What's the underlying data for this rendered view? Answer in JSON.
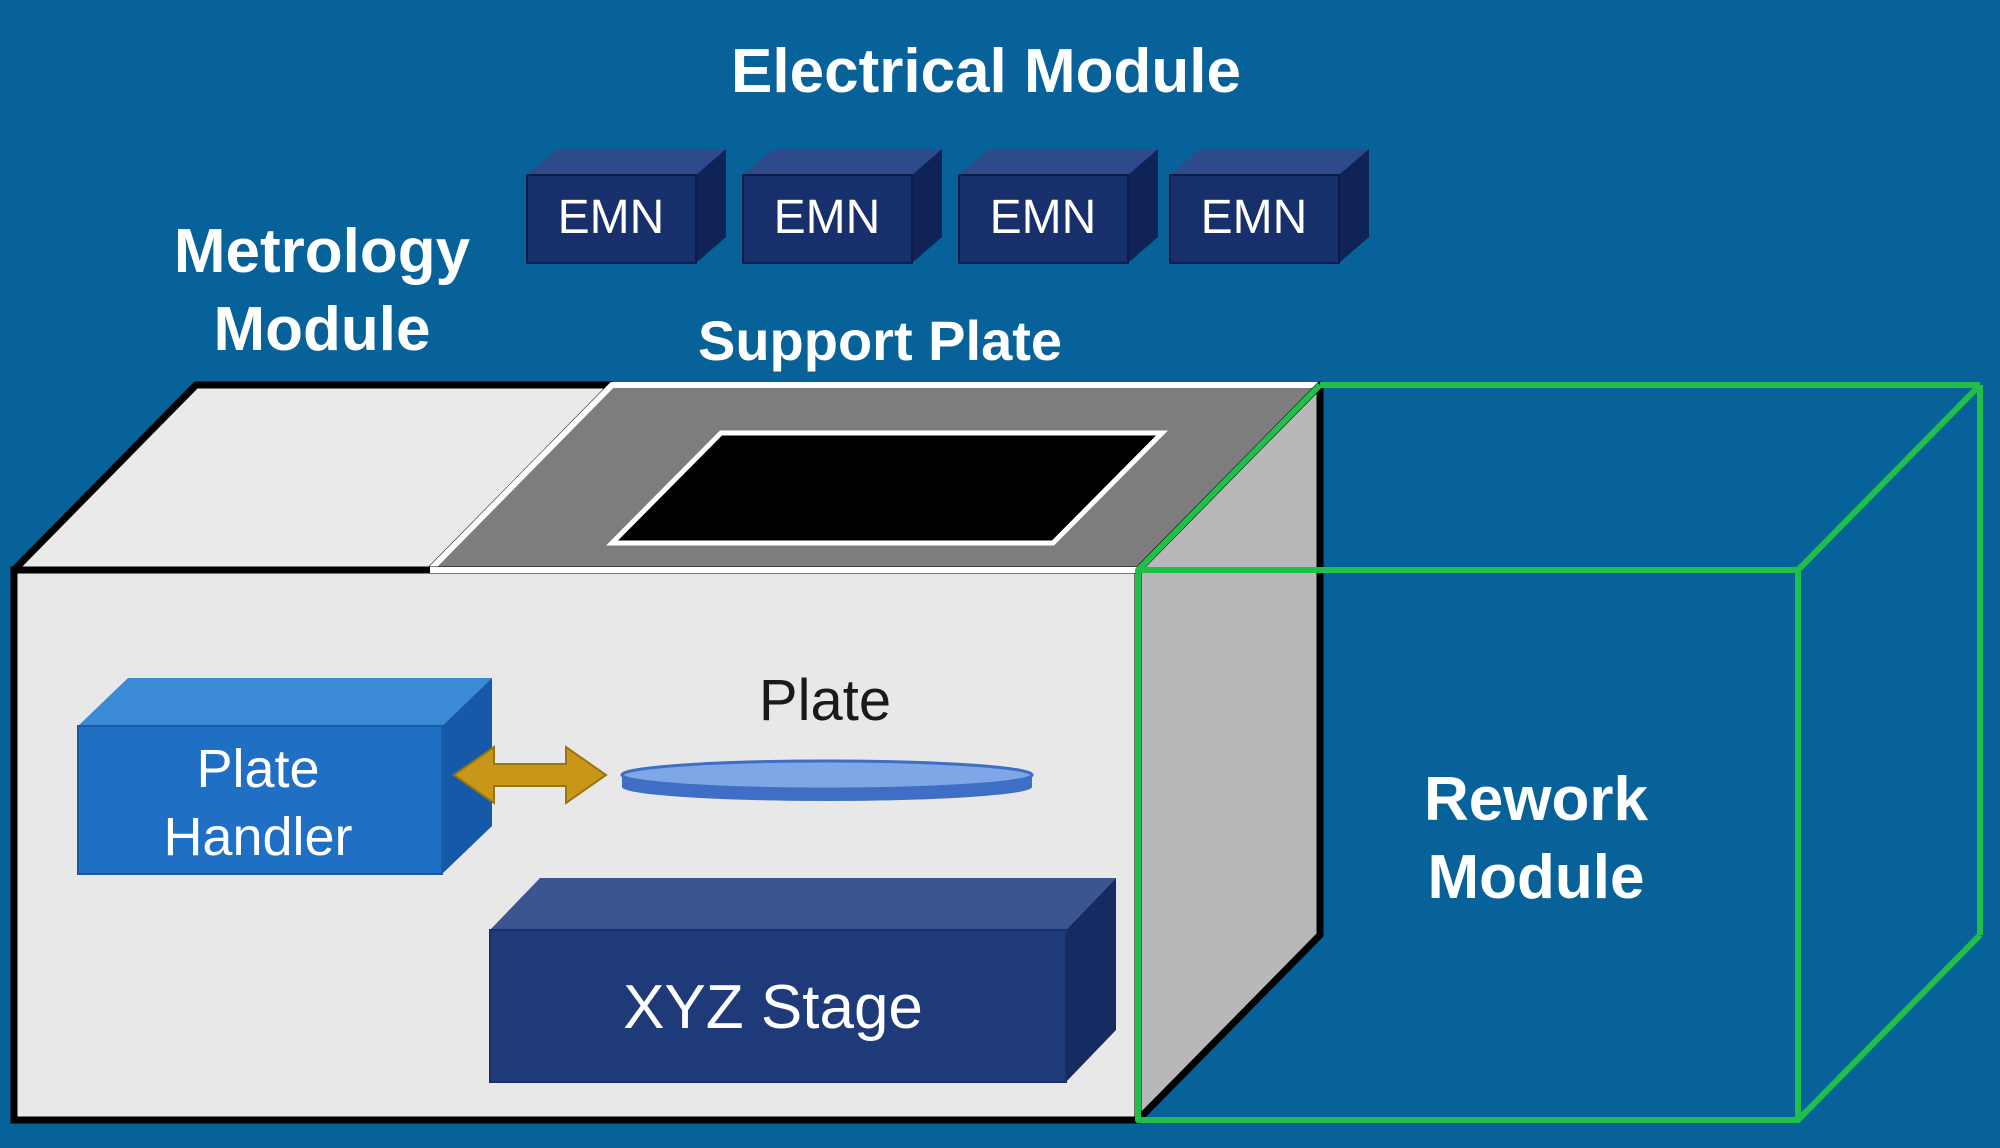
{
  "diagram": {
    "title": "Electrical Module",
    "emn_label": "EMN",
    "emn_count": 4,
    "metrology": [
      "Metrology",
      "Module"
    ],
    "support_plate": "Support Plate",
    "plate": "Plate",
    "plate_handler": [
      "Plate",
      "Handler"
    ],
    "xyz_stage": "XYZ Stage",
    "rework": [
      "Rework",
      "Module"
    ]
  },
  "colors": {
    "background": "#07629a",
    "emn_front": "#172f6b",
    "emn_top": "#2e4a8a",
    "emn_side": "#0f2356",
    "rework_outline": "#1fbf4a",
    "arrow": "#c8971a",
    "plate_handler": "#1f6fc4",
    "xyz_stage": "#1e3a78",
    "chassis": "#e8e8e8",
    "support_plate": "#7d7d7d"
  }
}
